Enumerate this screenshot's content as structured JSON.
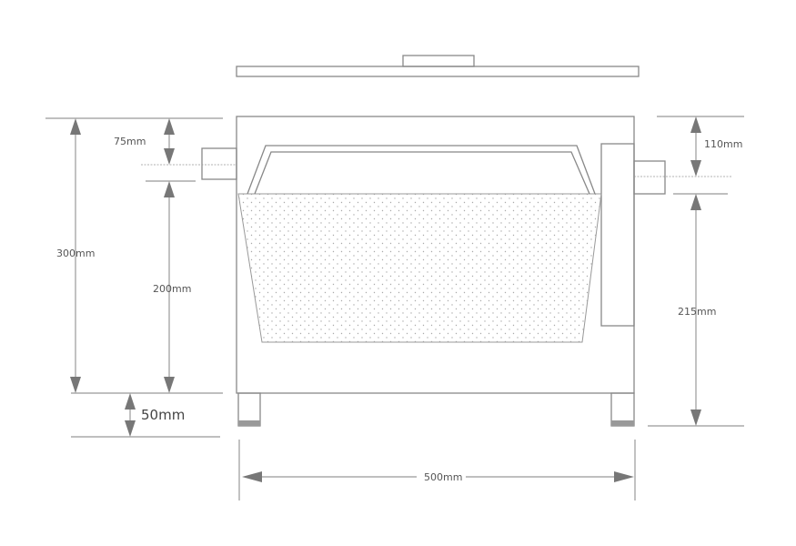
{
  "dimensions": {
    "overall_height": "300mm",
    "inlet_height_offset": "75mm",
    "inlet_to_base": "200mm",
    "leg_height": "50mm",
    "outlet_height_offset": "110mm",
    "outlet_to_floor": "215mm",
    "width": "500mm"
  },
  "colors": {
    "line": "#888888",
    "dimension": "#999999",
    "arrow": "#777777",
    "foot_pad": "#999999",
    "dots": "#aaaaaa"
  }
}
